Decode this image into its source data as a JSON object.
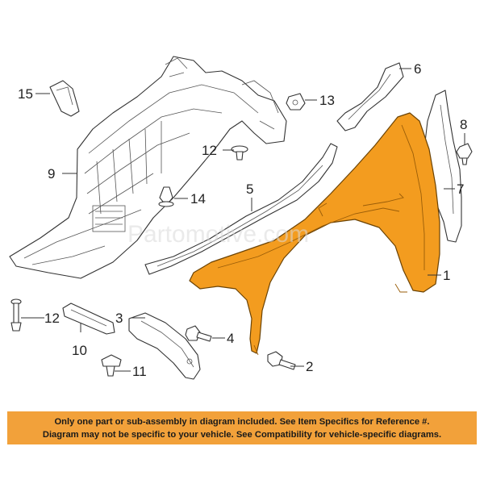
{
  "watermark": "Partomotive.com",
  "colors": {
    "fender": "#f39c1f",
    "notice_background": "#f2a13a"
  },
  "callouts": [
    "1",
    "2",
    "3",
    "4",
    "5",
    "6",
    "7",
    "8",
    "9",
    "10",
    "11",
    "12",
    "12",
    "13",
    "14",
    "15"
  ],
  "notice": {
    "line1": "Only one part or sub-assembly in diagram included. See Item Specifics for Reference #.",
    "line2": "Diagram may not be specific to your vehicle. See Compatibility for vehicle-specific diagrams."
  }
}
